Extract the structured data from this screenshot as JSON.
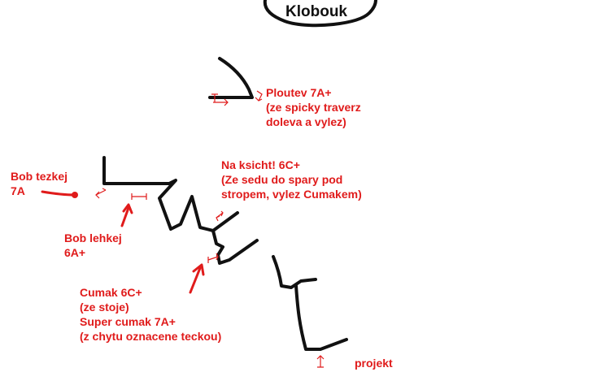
{
  "title": "Klobouk",
  "colors": {
    "rock": "#111111",
    "annotation": "#e01b1b"
  },
  "labels": {
    "ploutev": [
      "Ploutev 7A+",
      "(ze spicky traverz",
      "doleva a vylez)"
    ],
    "na_ksicht": [
      "Na ksicht! 6C+",
      "(Ze sedu do spary pod",
      "stropem, vylez Cumakem)"
    ],
    "bob_tezkej": [
      "Bob tezkej",
      "7A"
    ],
    "bob_lehkej": [
      "Bob lehkej",
      "6A+"
    ],
    "cumak": [
      "Cumak 6C+",
      "(ze stoje)",
      "Super cumak 7A+",
      "(z chytu oznacene teckou)"
    ],
    "projekt": [
      "projekt"
    ]
  }
}
